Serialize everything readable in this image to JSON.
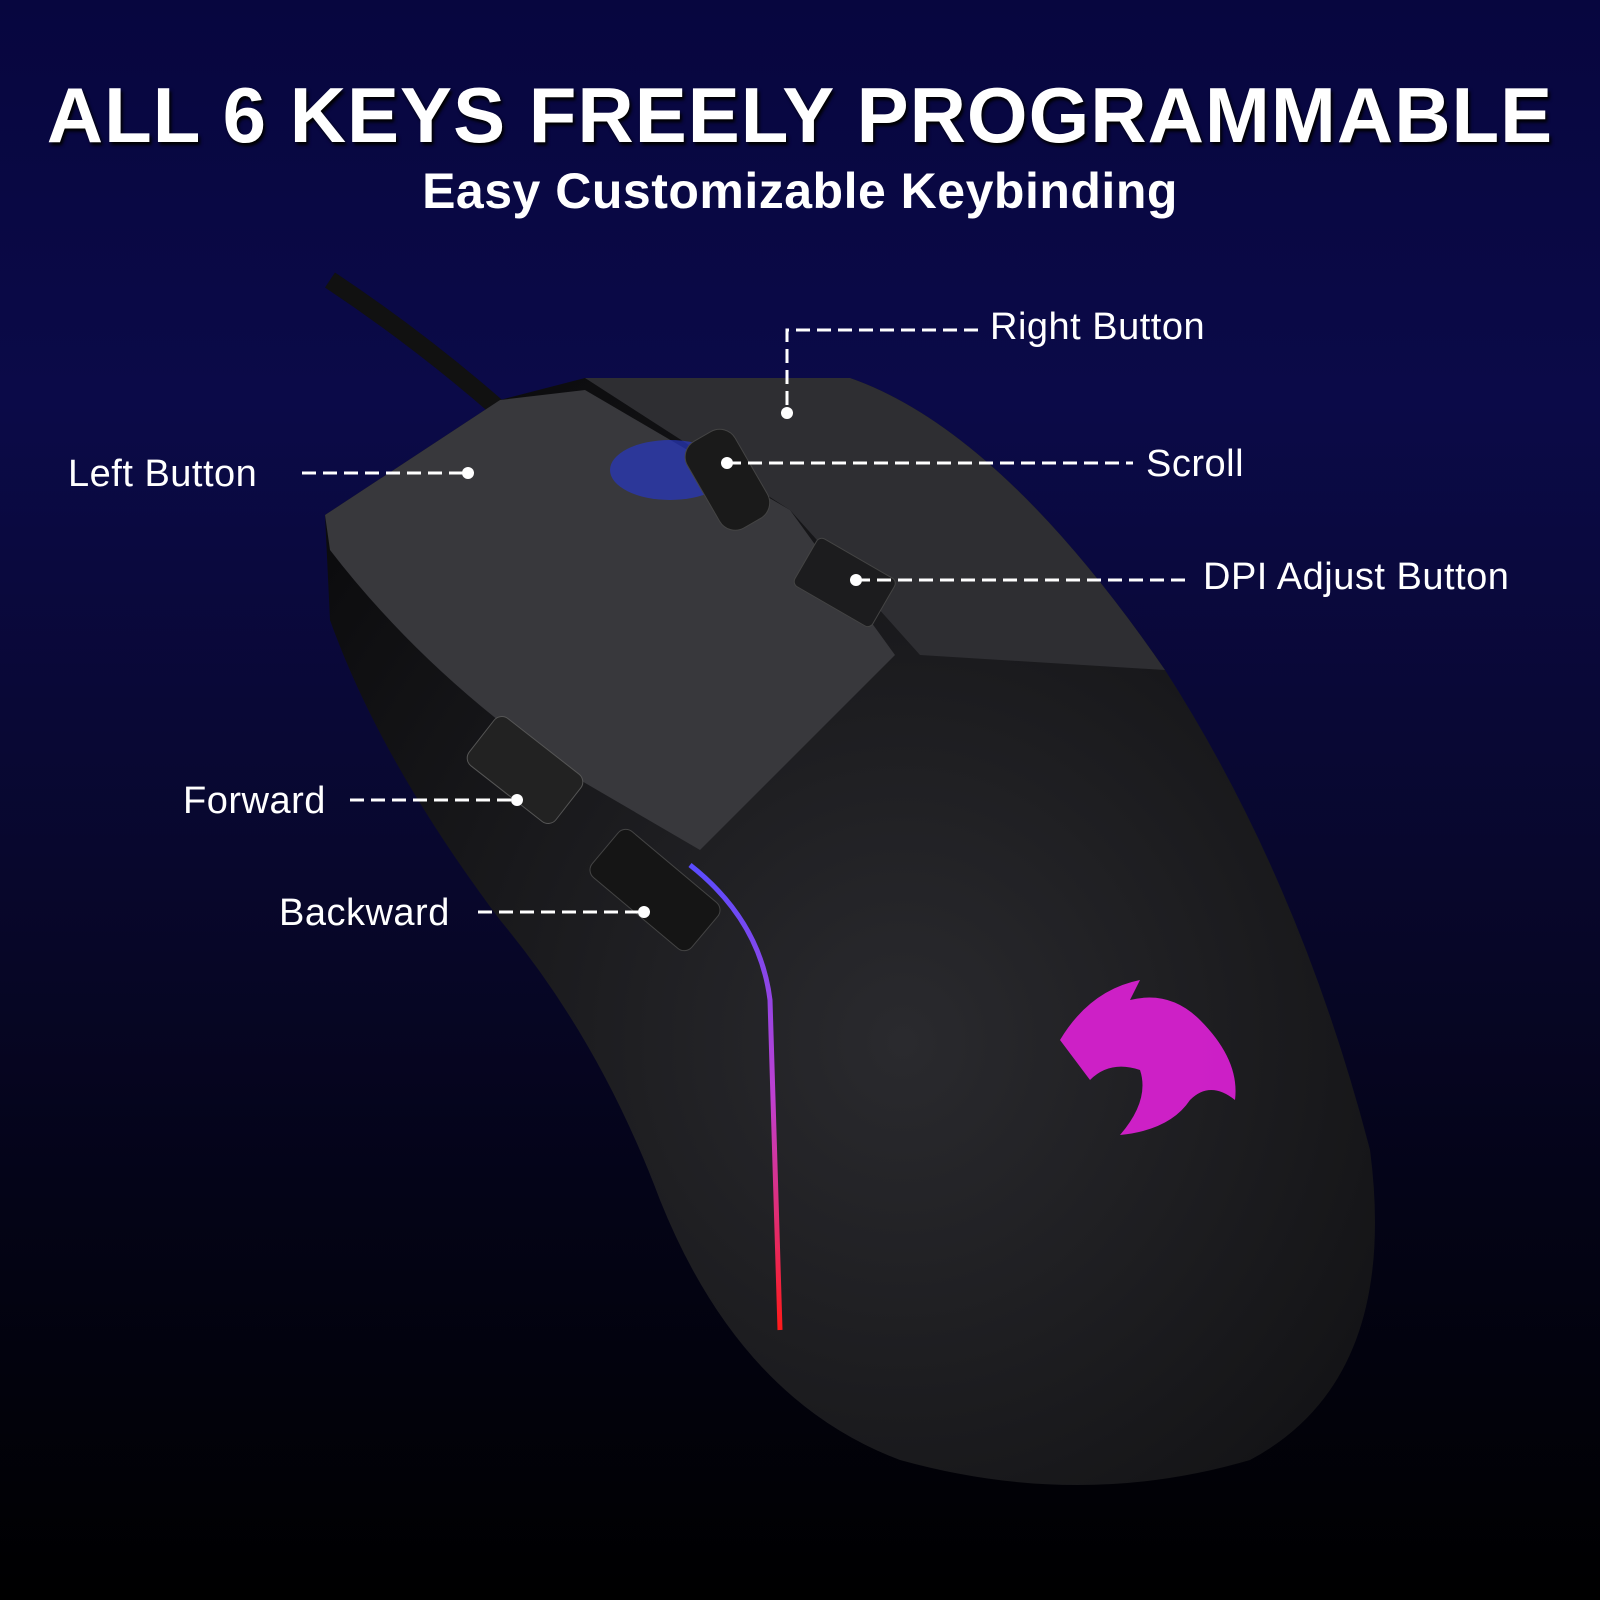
{
  "header": {
    "title": "ALL 6 KEYS FREELY PROGRAMMABLE",
    "subtitle": "Easy Customizable Keybinding"
  },
  "callouts": [
    {
      "label": "Right Button"
    },
    {
      "label": "Scroll"
    },
    {
      "label": "DPI Adjust Button"
    },
    {
      "label": "Left Button"
    },
    {
      "label": "Forward"
    },
    {
      "label": "Backward"
    }
  ],
  "colors": {
    "background_top": "#07063f",
    "background_bottom": "#000000",
    "logo_glow": "#e020d8",
    "light_strip_top": "#5a4cff",
    "light_strip_bottom": "#ff1a1a"
  }
}
